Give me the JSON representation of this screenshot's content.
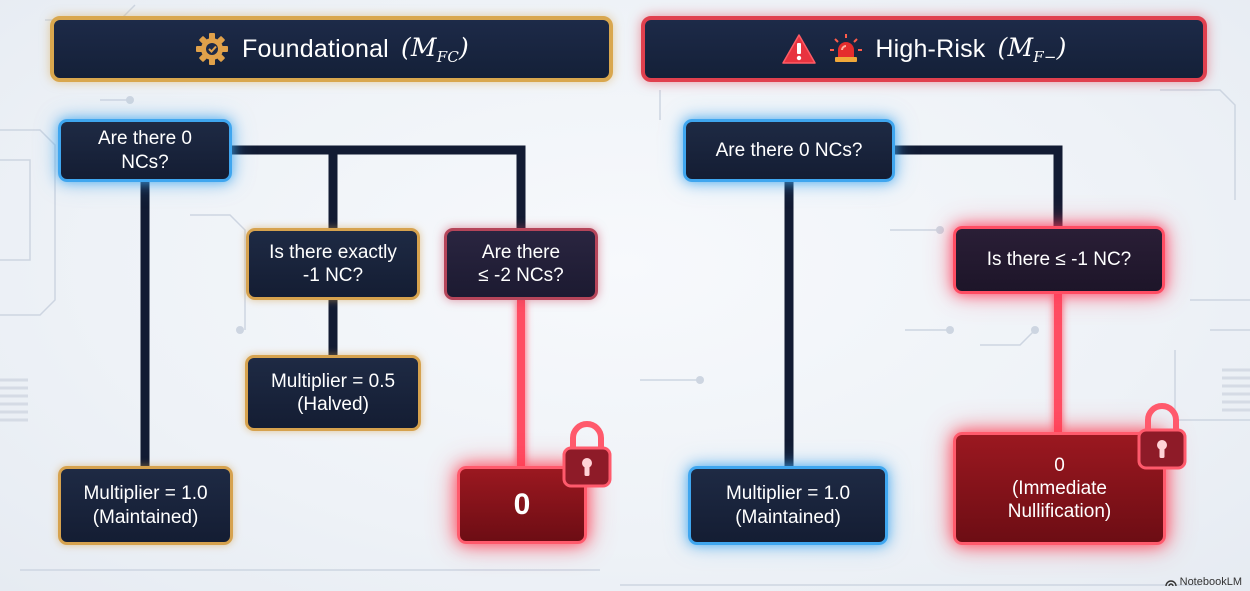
{
  "headers": {
    "foundational": {
      "label": "Foundational",
      "symbol": "M",
      "subscript": "FC",
      "icon": "gear-icon",
      "border_color": "#d9a74e"
    },
    "high_risk": {
      "label": "High-Risk",
      "symbol": "M",
      "subscript": "F−",
      "icons": [
        "warning-icon",
        "siren-icon"
      ],
      "border_color": "#e0404e"
    }
  },
  "foundational": {
    "q_zero": "Are there 0\nNCs?",
    "q_exactly_one": "Is there exactly\n-1 NC?",
    "q_two_or_more": "Are there\n≤ -2 NCs?",
    "halved": "Multiplier = 0.5\n(Halved)",
    "maintained": "Multiplier = 1.0\n(Maintained)",
    "zero": "0"
  },
  "high_risk": {
    "q_zero": "Are there 0 NCs?",
    "q_one_or_more": "Is there ≤ -1 NC?",
    "maintained": "Multiplier = 1.0\n(Maintained)",
    "nullification": "0\n(Immediate\nNullification)"
  },
  "colors": {
    "navy_line": "#121b33",
    "red_line": "#ff4d63",
    "blue_glow": "#3fa6ef",
    "gold": "#d6a24e"
  },
  "footer": {
    "brand": "NotebookLM"
  }
}
